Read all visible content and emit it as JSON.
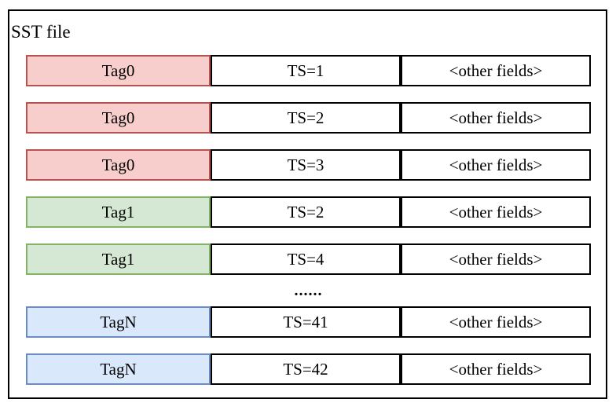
{
  "diagram": {
    "title": "SST file",
    "colors": {
      "red": {
        "fill": "#f8cecc",
        "stroke": "#b85450"
      },
      "green": {
        "fill": "#d5e8d4",
        "stroke": "#82b366"
      },
      "blue": {
        "fill": "#dae8fc",
        "stroke": "#6c8ebf"
      },
      "plain": {
        "fill": "#ffffff",
        "stroke": "#000000"
      }
    },
    "rows": [
      {
        "type": "record",
        "color": "red",
        "tag": "Tag0",
        "ts": "TS=1",
        "other": "<other fields>"
      },
      {
        "type": "record",
        "color": "red",
        "tag": "Tag0",
        "ts": "TS=2",
        "other": "<other fields>"
      },
      {
        "type": "record",
        "color": "red",
        "tag": "Tag0",
        "ts": "TS=3",
        "other": "<other fields>"
      },
      {
        "type": "record",
        "color": "green",
        "tag": "Tag1",
        "ts": "TS=2",
        "other": "<other fields>"
      },
      {
        "type": "record",
        "color": "green",
        "tag": "Tag1",
        "ts": "TS=4",
        "other": "<other fields>"
      },
      {
        "type": "ellipsis",
        "label": "......"
      },
      {
        "type": "record",
        "color": "blue",
        "tag": "TagN",
        "ts": "TS=41",
        "other": "<other fields>"
      },
      {
        "type": "record",
        "color": "blue",
        "tag": "TagN",
        "ts": "TS=42",
        "other": "<other fields>"
      }
    ]
  }
}
